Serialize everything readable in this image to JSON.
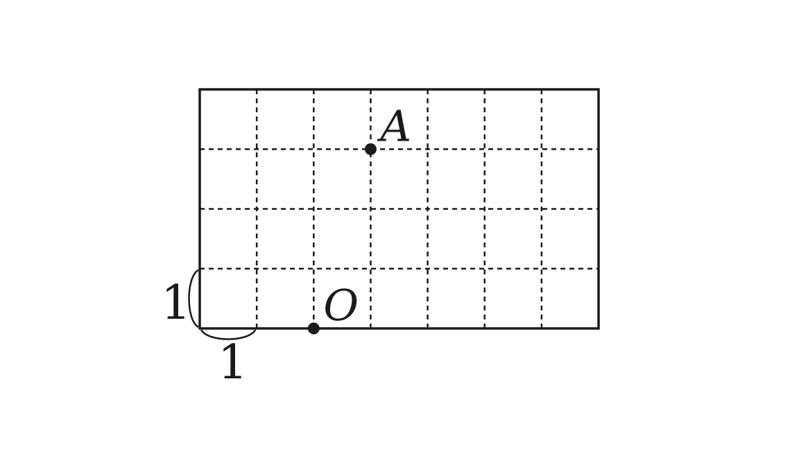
{
  "grid": {
    "columns": 7,
    "rows": 4
  },
  "points": [
    {
      "id": "A",
      "label": "A",
      "col": 3,
      "row": 3
    },
    {
      "id": "O",
      "label": "O",
      "col": 2,
      "row": 0
    }
  ],
  "unit_labels": {
    "vertical": "1",
    "horizontal": "1"
  },
  "colors": {
    "line": "#1a1a1a",
    "background": "#ffffff"
  }
}
